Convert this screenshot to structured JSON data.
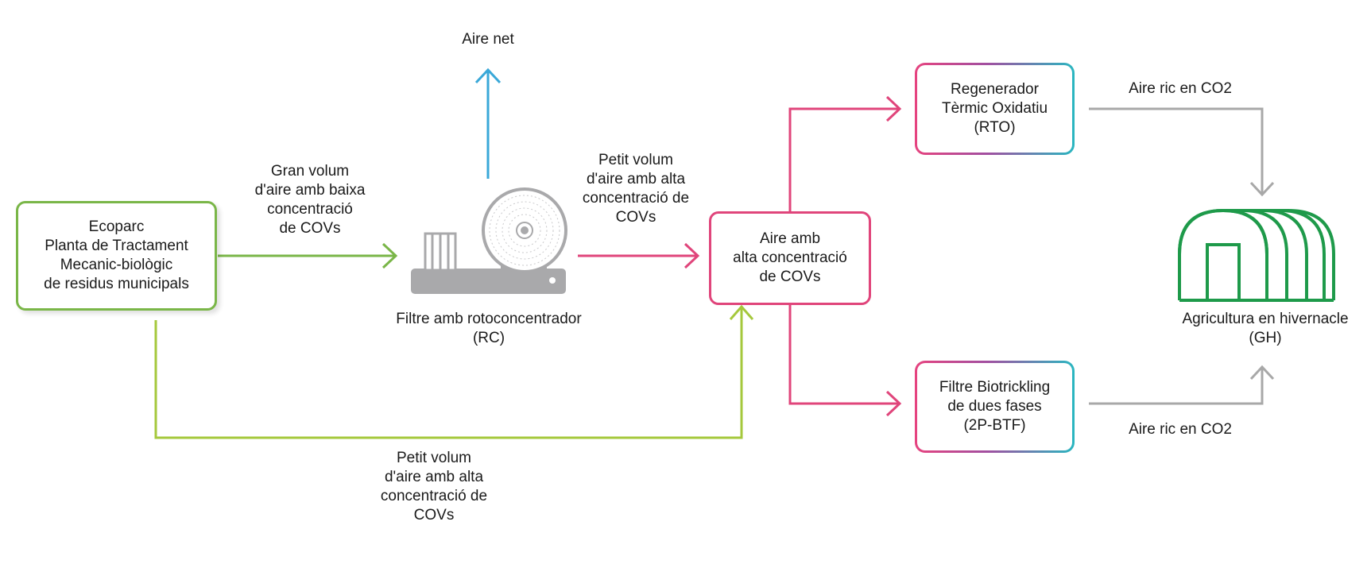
{
  "diagram": {
    "nodes": {
      "source": {
        "lines": [
          "Ecoparc",
          "Planta de Tractament",
          "Mecanic-biològic",
          "de residus municipals"
        ]
      },
      "filter": {
        "lines": [
          "Filtre amb rotoconcentrador",
          "(RC)"
        ]
      },
      "mid": {
        "lines": [
          "Aire amb",
          "alta concentració",
          "de COVs"
        ]
      },
      "rto": {
        "lines": [
          "Regenerador",
          "Tèrmic Oxidatiu",
          "(RTO)"
        ]
      },
      "btf": {
        "lines": [
          "Filtre Biotrickling",
          "de dues fases",
          "(2P-BTF)"
        ]
      },
      "greenhouse": {
        "lines": [
          "Agricultura en hivernacle",
          "(GH)"
        ]
      }
    },
    "edge_labels": {
      "clean_air": "Aire net",
      "large_volume": [
        "Gran volum",
        "d'aire amb baixa",
        "concentració",
        "de COVs"
      ],
      "small_volume_top": [
        "Petit volum",
        "d'aire amb alta",
        "concentració de",
        "COVs"
      ],
      "small_volume_bottom": [
        "Petit volum",
        "d'aire amb alta",
        "concentració de",
        "COVs"
      ],
      "co2_top": "Aire ric en CO2",
      "co2_bottom": "Aire ric en CO2"
    },
    "colors": {
      "green": "#7ab648",
      "lime": "#a5c83c",
      "pink": "#e0457b",
      "blue": "#3aa8d8",
      "gray": "#a8a8a8",
      "greenhouse": "#1e9a4a",
      "machine": "#a9a9ab"
    }
  }
}
